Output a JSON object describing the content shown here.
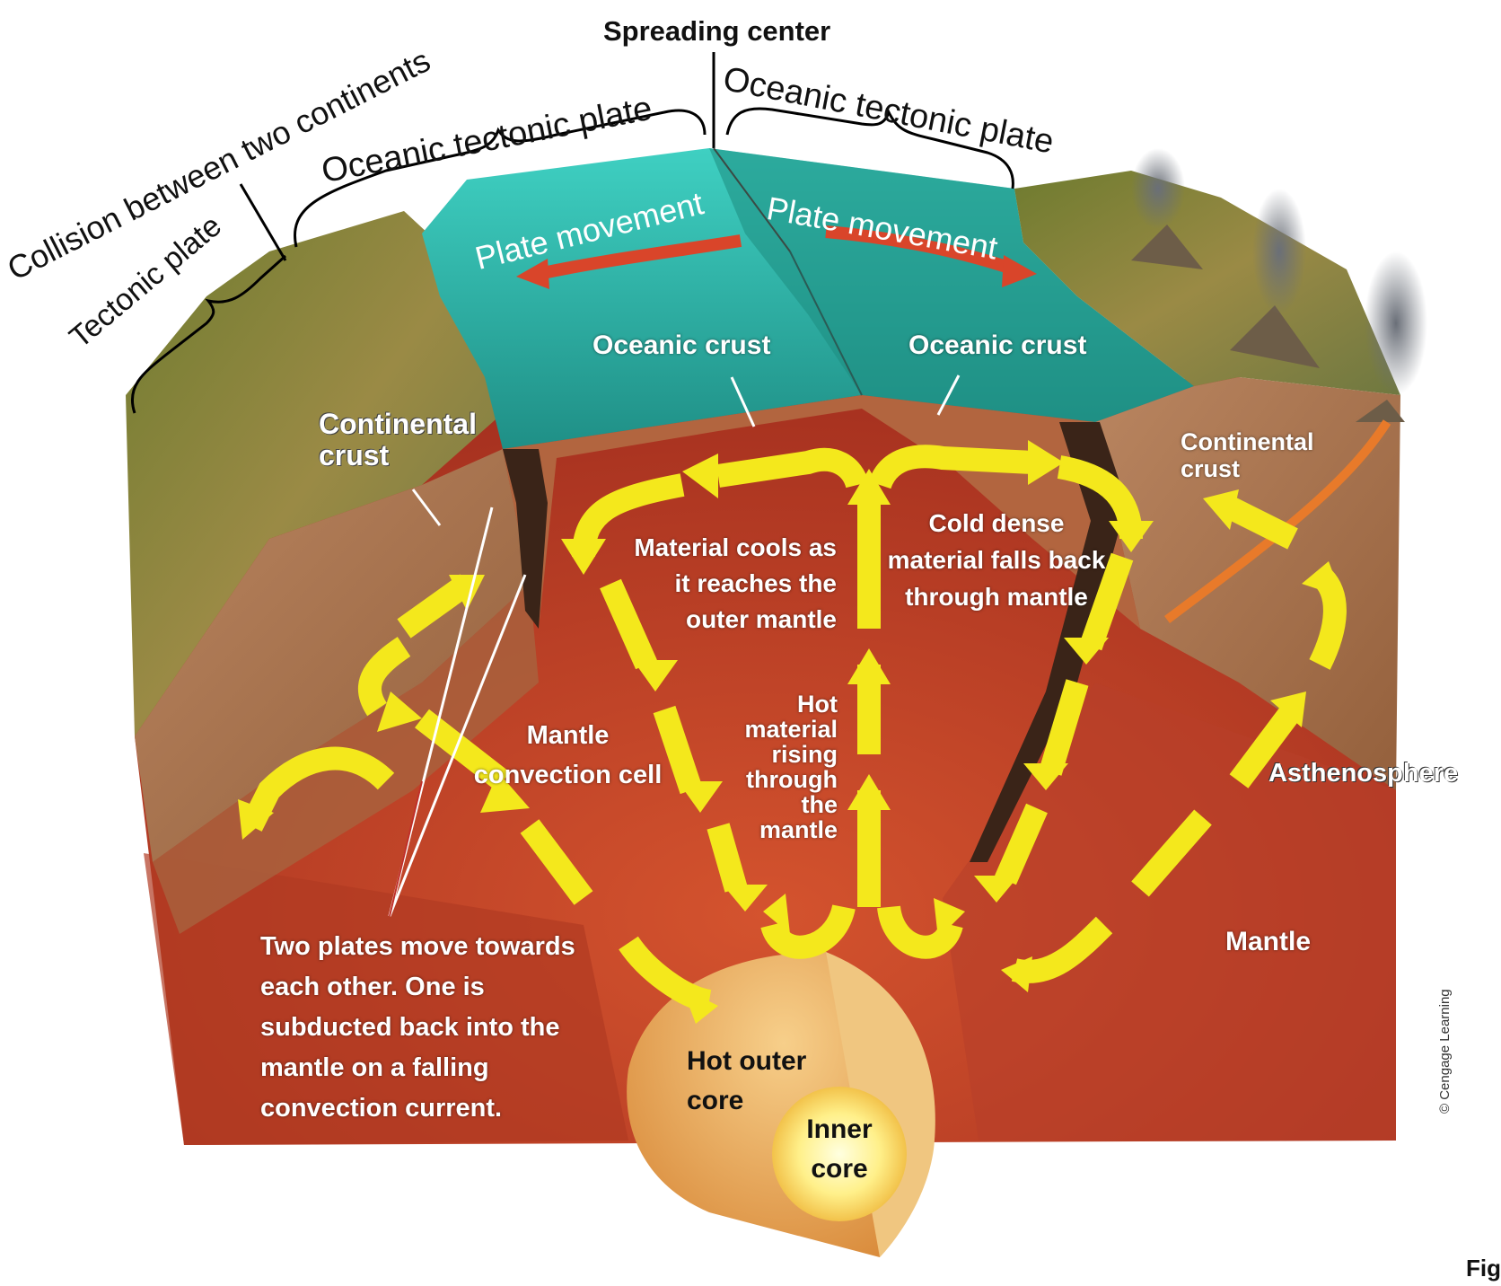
{
  "labels": {
    "spreading_center": "Spreading center",
    "oceanic_plate_left": "Oceanic tectonic plate",
    "oceanic_plate_right": "Oceanic tectonic plate",
    "collision": "Collision between two continents",
    "tectonic_plate": "Tectonic plate",
    "plate_movement_left": "Plate movement",
    "plate_movement_right": "Plate movement",
    "oceanic_crust_left": "Oceanic crust",
    "oceanic_crust_right": "Oceanic crust",
    "continental_crust_left_1": "Continental",
    "continental_crust_left_2": "crust",
    "continental_crust_right_1": "Continental",
    "continental_crust_right_2": "crust",
    "material_cools_1": "Material cools as",
    "material_cools_2": "it reaches the",
    "material_cools_3": "outer mantle",
    "cold_dense_1": "Cold dense",
    "cold_dense_2": "material falls back",
    "cold_dense_3": "through mantle",
    "hot_material_1": "Hot",
    "hot_material_2": "material",
    "hot_material_3": "rising",
    "hot_material_4": "through",
    "hot_material_5": "the",
    "hot_material_6": "mantle",
    "mantle_cell_1": "Mantle",
    "mantle_cell_2": "convection cell",
    "asthenosphere": "Asthenosphere",
    "mantle": "Mantle",
    "two_plates_1": "Two plates move towards",
    "two_plates_2": "each other. One is",
    "two_plates_3": "subducted back into the",
    "two_plates_4": "mantle on a falling",
    "two_plates_5": "convection current.",
    "outer_core_1": "Hot outer",
    "outer_core_2": "core",
    "inner_core_1": "Inner",
    "inner_core_2": "core",
    "copyright": "© Cengage Learning",
    "fig": "Fig."
  },
  "colors": {
    "ocean": "#2fb3a8",
    "land": "#7f8a3a",
    "mantle": "#c4452a",
    "crust": "#b07a52",
    "arrow": "#f4e81c",
    "plate_arrow": "#d9452a",
    "core_outer": "#e9a65a",
    "core_inner": "#fff3a0"
  }
}
